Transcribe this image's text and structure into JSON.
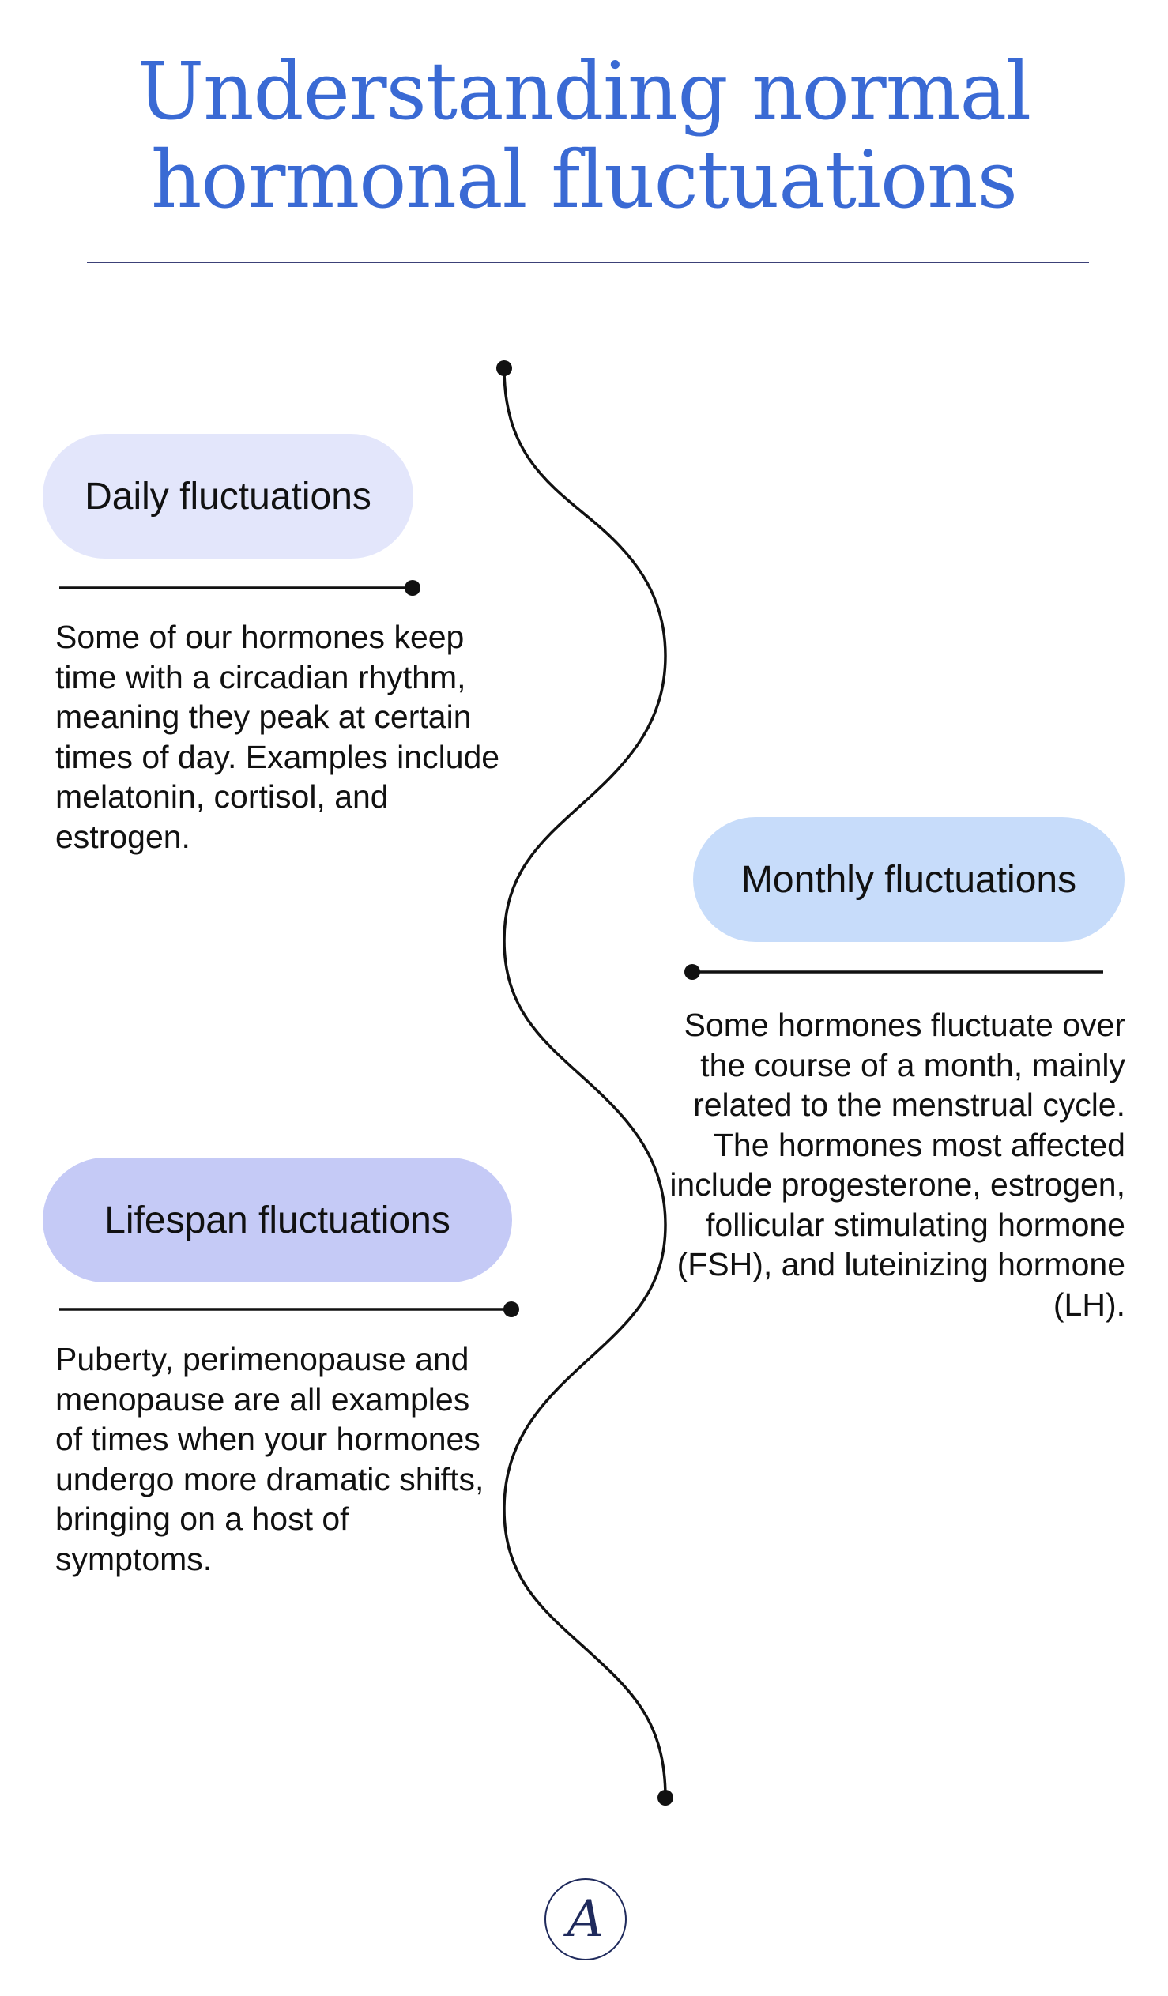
{
  "title": "Understanding normal hormonal fluctuations",
  "colors": {
    "title": "#3a6ad4",
    "rule": "#3c4178",
    "daily_pill": "#e3e6fb",
    "monthly_pill": "#c7dcfa",
    "lifespan_pill": "#c5caf6",
    "line": "#111111",
    "logo": "#1f2a5c"
  },
  "sections": {
    "daily": {
      "label": "Daily fluctuations",
      "description": "Some of our hormones keep time with a circadian rhythm, meaning they peak at certain times of day. Examples include melatonin, cortisol, and estrogen."
    },
    "monthly": {
      "label": "Monthly fluctuations",
      "description": "Some hormones fluctuate over the course of a month, mainly related to the menstrual cycle. The hormones most affected include progesterone, estrogen, follicular stimulating hormone (FSH), and luteinizing hormone (LH)."
    },
    "lifespan": {
      "label": "Lifespan fluctuations",
      "description": "Puberty, perimenopause and menopause are all examples of times when your hormones undergo more dramatic shifts, bringing on a host of symptoms."
    }
  },
  "logo": {
    "letter": "A",
    "icon": "brand-logo-icon"
  }
}
